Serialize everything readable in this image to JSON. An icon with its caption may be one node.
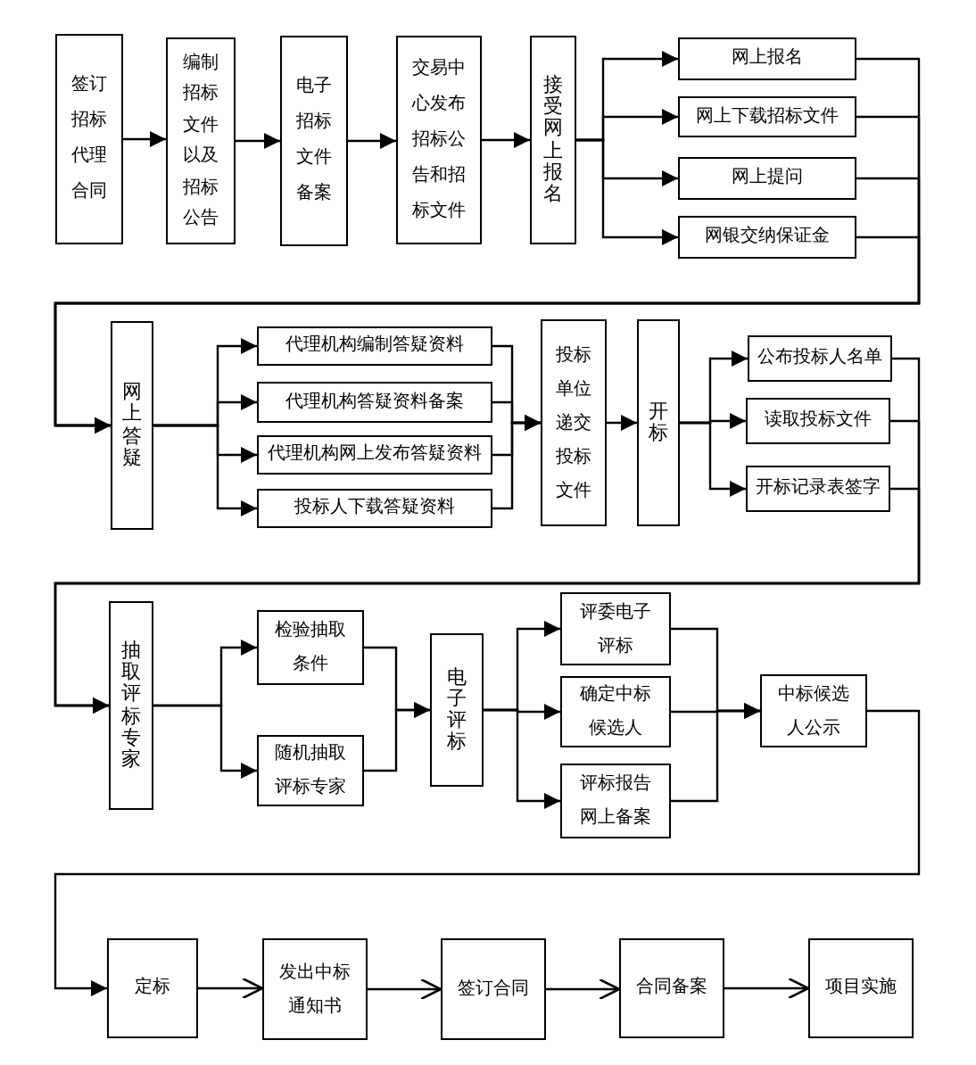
{
  "diagram": {
    "nodes": [
      {
        "text": [
          "签订招标代理合同"
        ]
      },
      {
        "text": [
          "编制招标文件以及招标公告"
        ]
      },
      {
        "text": [
          "电子招标文件备案"
        ]
      },
      {
        "text": [
          "交易中心发布招标公告和招标文件"
        ]
      },
      {
        "text": [
          "接受网上报名"
        ]
      },
      {
        "text": [
          "网上报名"
        ]
      },
      {
        "text": [
          "网上下载招标文件"
        ]
      },
      {
        "text": [
          "网上提问"
        ]
      },
      {
        "text": [
          "网银交纳保证金"
        ]
      },
      {
        "text": [
          "网上答疑"
        ]
      },
      {
        "text": [
          "代理机构编制答疑资料"
        ]
      },
      {
        "text": [
          "代理机构答疑资料备案"
        ]
      },
      {
        "text": [
          "代理机构网上发布答疑资料"
        ]
      },
      {
        "text": [
          "投标人下载答疑资料"
        ]
      },
      {
        "text": [
          "投标单位递交投标文件"
        ]
      },
      {
        "text": [
          "开标"
        ]
      },
      {
        "text": [
          "公布投标人名单"
        ]
      },
      {
        "text": [
          "读取投标文件"
        ]
      },
      {
        "text": [
          "开标记录表签字"
        ]
      },
      {
        "text": [
          "抽取评标专家"
        ]
      },
      {
        "text": [
          "检验抽取条件"
        ]
      },
      {
        "text": [
          "随机抽取评标专家"
        ]
      },
      {
        "text": [
          "电子评标"
        ]
      },
      {
        "text": [
          "评委电子评标"
        ]
      },
      {
        "text": [
          "确定中标候选人"
        ]
      },
      {
        "text": [
          "评标报告网上备案"
        ]
      },
      {
        "text": [
          "中标候选人公示"
        ]
      },
      {
        "text": [
          "定标"
        ]
      },
      {
        "text": [
          "发出中标通知书"
        ]
      },
      {
        "text": [
          "签订合同"
        ]
      },
      {
        "text": [
          "合同备案"
        ]
      },
      {
        "text": [
          "项目实施"
        ]
      }
    ],
    "edges": [
      {
        "from": 0,
        "to": 1,
        "arrow": "to"
      },
      {
        "from": 1,
        "to": 2,
        "arrow": "to"
      },
      {
        "from": 2,
        "to": 3,
        "arrow": "to"
      },
      {
        "from": 3,
        "to": 4,
        "arrow": "to"
      },
      {
        "from": 4,
        "to": 5,
        "arrow": "to"
      },
      {
        "from": 4,
        "to": 6,
        "arrow": "to"
      },
      {
        "from": 4,
        "to": 7,
        "arrow": "to"
      },
      {
        "from": 4,
        "to": 8,
        "arrow": "to"
      },
      {
        "from": 5,
        "to": 9,
        "arrow": "to"
      },
      {
        "from": 6,
        "to": 9,
        "arrow": "to"
      },
      {
        "from": 7,
        "to": 9,
        "arrow": "to"
      },
      {
        "from": 8,
        "to": 9,
        "arrow": "to"
      },
      {
        "from": 9,
        "to": 10,
        "arrow": "to"
      },
      {
        "from": 9,
        "to": 11,
        "arrow": "to"
      },
      {
        "from": 9,
        "to": 12,
        "arrow": "to"
      },
      {
        "from": 9,
        "to": 13,
        "arrow": "to"
      },
      {
        "from": 10,
        "to": 14,
        "arrow": "to"
      },
      {
        "from": 11,
        "to": 14,
        "arrow": "to"
      },
      {
        "from": 12,
        "to": 14,
        "arrow": "to"
      },
      {
        "from": 13,
        "to": 14,
        "arrow": "to"
      },
      {
        "from": 14,
        "to": 15,
        "arrow": "to"
      },
      {
        "from": 15,
        "to": 16,
        "arrow": "to"
      },
      {
        "from": 15,
        "to": 17,
        "arrow": "to"
      },
      {
        "from": 15,
        "to": 18,
        "arrow": "to"
      },
      {
        "from": 16,
        "to": 19,
        "arrow": "to"
      },
      {
        "from": 17,
        "to": 19,
        "arrow": "to"
      },
      {
        "from": 18,
        "to": 19,
        "arrow": "to"
      },
      {
        "from": 19,
        "to": 20,
        "arrow": "to"
      },
      {
        "from": 19,
        "to": 21,
        "arrow": "to"
      },
      {
        "from": 20,
        "to": 22,
        "arrow": "to"
      },
      {
        "from": 21,
        "to": 22,
        "arrow": "to"
      },
      {
        "from": 22,
        "to": 23,
        "arrow": "to"
      },
      {
        "from": 22,
        "to": 24,
        "arrow": "to"
      },
      {
        "from": 22,
        "to": 25,
        "arrow": "to"
      },
      {
        "from": 23,
        "to": 26,
        "arrow": "to"
      },
      {
        "from": 24,
        "to": 26,
        "arrow": "to"
      },
      {
        "from": 25,
        "to": 26,
        "arrow": "to"
      },
      {
        "from": 26,
        "to": 27,
        "arrow": "to"
      },
      {
        "from": 27,
        "to": 28,
        "arrow": "to"
      },
      {
        "from": 28,
        "to": 29,
        "arrow": "to"
      },
      {
        "from": 29,
        "to": 30,
        "arrow": "to"
      },
      {
        "from": 30,
        "to": 31,
        "arrow": "to"
      }
    ]
  }
}
